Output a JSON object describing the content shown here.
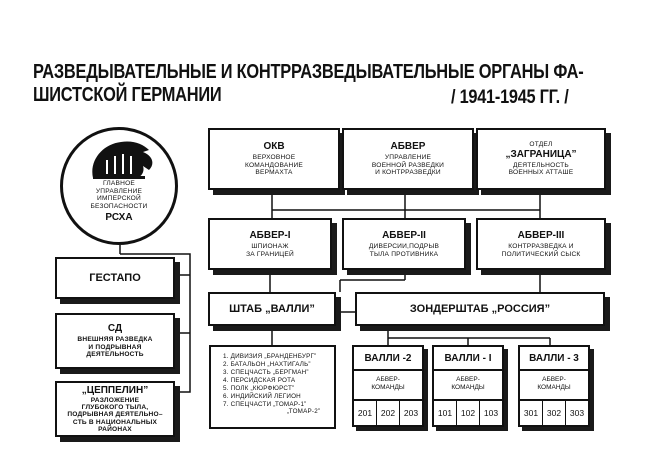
{
  "title": {
    "line1": "РАЗВЕДЫВАТЕЛЬНЫЕ И КОНТРРАЗВЕДЫВАТЕЛЬНЫЕ ОРГАНЫ ФА-",
    "line2": "ШИСТСКОЙ ГЕРМАНИИ",
    "years": "/ 1941-1945 ГГ. /"
  },
  "rsha": {
    "subtitle": [
      "ГЛАВНОЕ",
      "УПРАВЛЕНИЕ",
      "ИМПЕРСКОЙ",
      "БЕЗОПАСНОСТИ"
    ],
    "title": "РСХА",
    "emblem": "eagle-icon"
  },
  "left_boxes": [
    {
      "title": "ГЕСТАПО",
      "lines": []
    },
    {
      "title": "СД",
      "lines": [
        "ВНЕШНЯЯ РАЗВЕДКА",
        "И ПОДРЫВНАЯ",
        "ДЕЯТЕЛЬНОСТЬ"
      ]
    },
    {
      "title": "„ЦЕППЕЛИН”",
      "lines": [
        "РАЗЛОЖЕНИЕ",
        "ГЛУБОКОГО ТЫЛА,",
        "ПОДРЫВНАЯ ДЕЯТЕЛЬНО–",
        "СТЬ    В  НАЦИОНАЛЬНЫХ",
        "РАЙОНАХ"
      ]
    }
  ],
  "top_row": [
    {
      "title": "ОКВ",
      "lines": [
        "ВЕРХОВНОЕ",
        "КОМАНДОВАНИЕ",
        "ВЕРМАХТА"
      ]
    },
    {
      "title": "АБВЕР",
      "lines": [
        "УПРАВЛЕНИЕ",
        "ВОЕННОЙ РАЗВЕДКИ",
        "И  КОНТРРАЗВЕДКИ"
      ]
    },
    {
      "title": "„ЗАГРАНИЦА”",
      "pre": "ОТДЕЛ",
      "lines": [
        "ДЕЯТЕЛЬНОСТЬ",
        "ВОЕННЫХ  АТТАШЕ"
      ]
    }
  ],
  "abwehr_row": [
    {
      "title": "АБВЕР-I",
      "lines": [
        "ШПИОНАЖ",
        "ЗА ГРАНИЦЕЙ"
      ]
    },
    {
      "title": "АБВЕР-II",
      "lines": [
        "ДИВЕРСИИ,ПОДРЫВ",
        "ТЫЛА  ПРОТИВНИКА"
      ]
    },
    {
      "title": "АБВЕР-III",
      "lines": [
        "КОНТРРАЗВЕДКА  И",
        "ПОЛИТИЧЕСКИЙ СЫСК"
      ]
    }
  ],
  "shtab_valli": "ШТАБ „ВАЛЛИ”",
  "sondershtab": "ЗОНДЕРШТАБ „РОССИЯ”",
  "units": [
    "1. ДИВИЗИЯ „БРАНДЕНБУРГ”",
    "2. БАТАЛЬОН „НАХТИГАЛЬ”",
    "3. СПЕЦЧАСТЬ „БЕРГМАН”",
    "4. ПЕРСИДСКАЯ РОТА",
    "5. ПОЛК „КЮРФЮРСТ”",
    "6. ИНДИЙСКИЙ ЛЕГИОН",
    "7. СПЕЦЧАСТИ „ТОМАР-1”",
    "„ТОМАР-2”"
  ],
  "valli": [
    {
      "title": "ВАЛЛИ -2",
      "sub": [
        "АБВЕР-",
        "КОМАНДЫ"
      ],
      "cells": [
        "201",
        "202",
        "203"
      ]
    },
    {
      "title": "ВАЛЛИ - I",
      "sub": [
        "АБВЕР-",
        "КОМАНДЫ"
      ],
      "cells": [
        "101",
        "102",
        "103"
      ]
    },
    {
      "title": "ВАЛЛИ - 3",
      "sub": [
        "АБВЕР-",
        "КОМАНДЫ"
      ],
      "cells": [
        "301",
        "302",
        "303"
      ]
    }
  ]
}
